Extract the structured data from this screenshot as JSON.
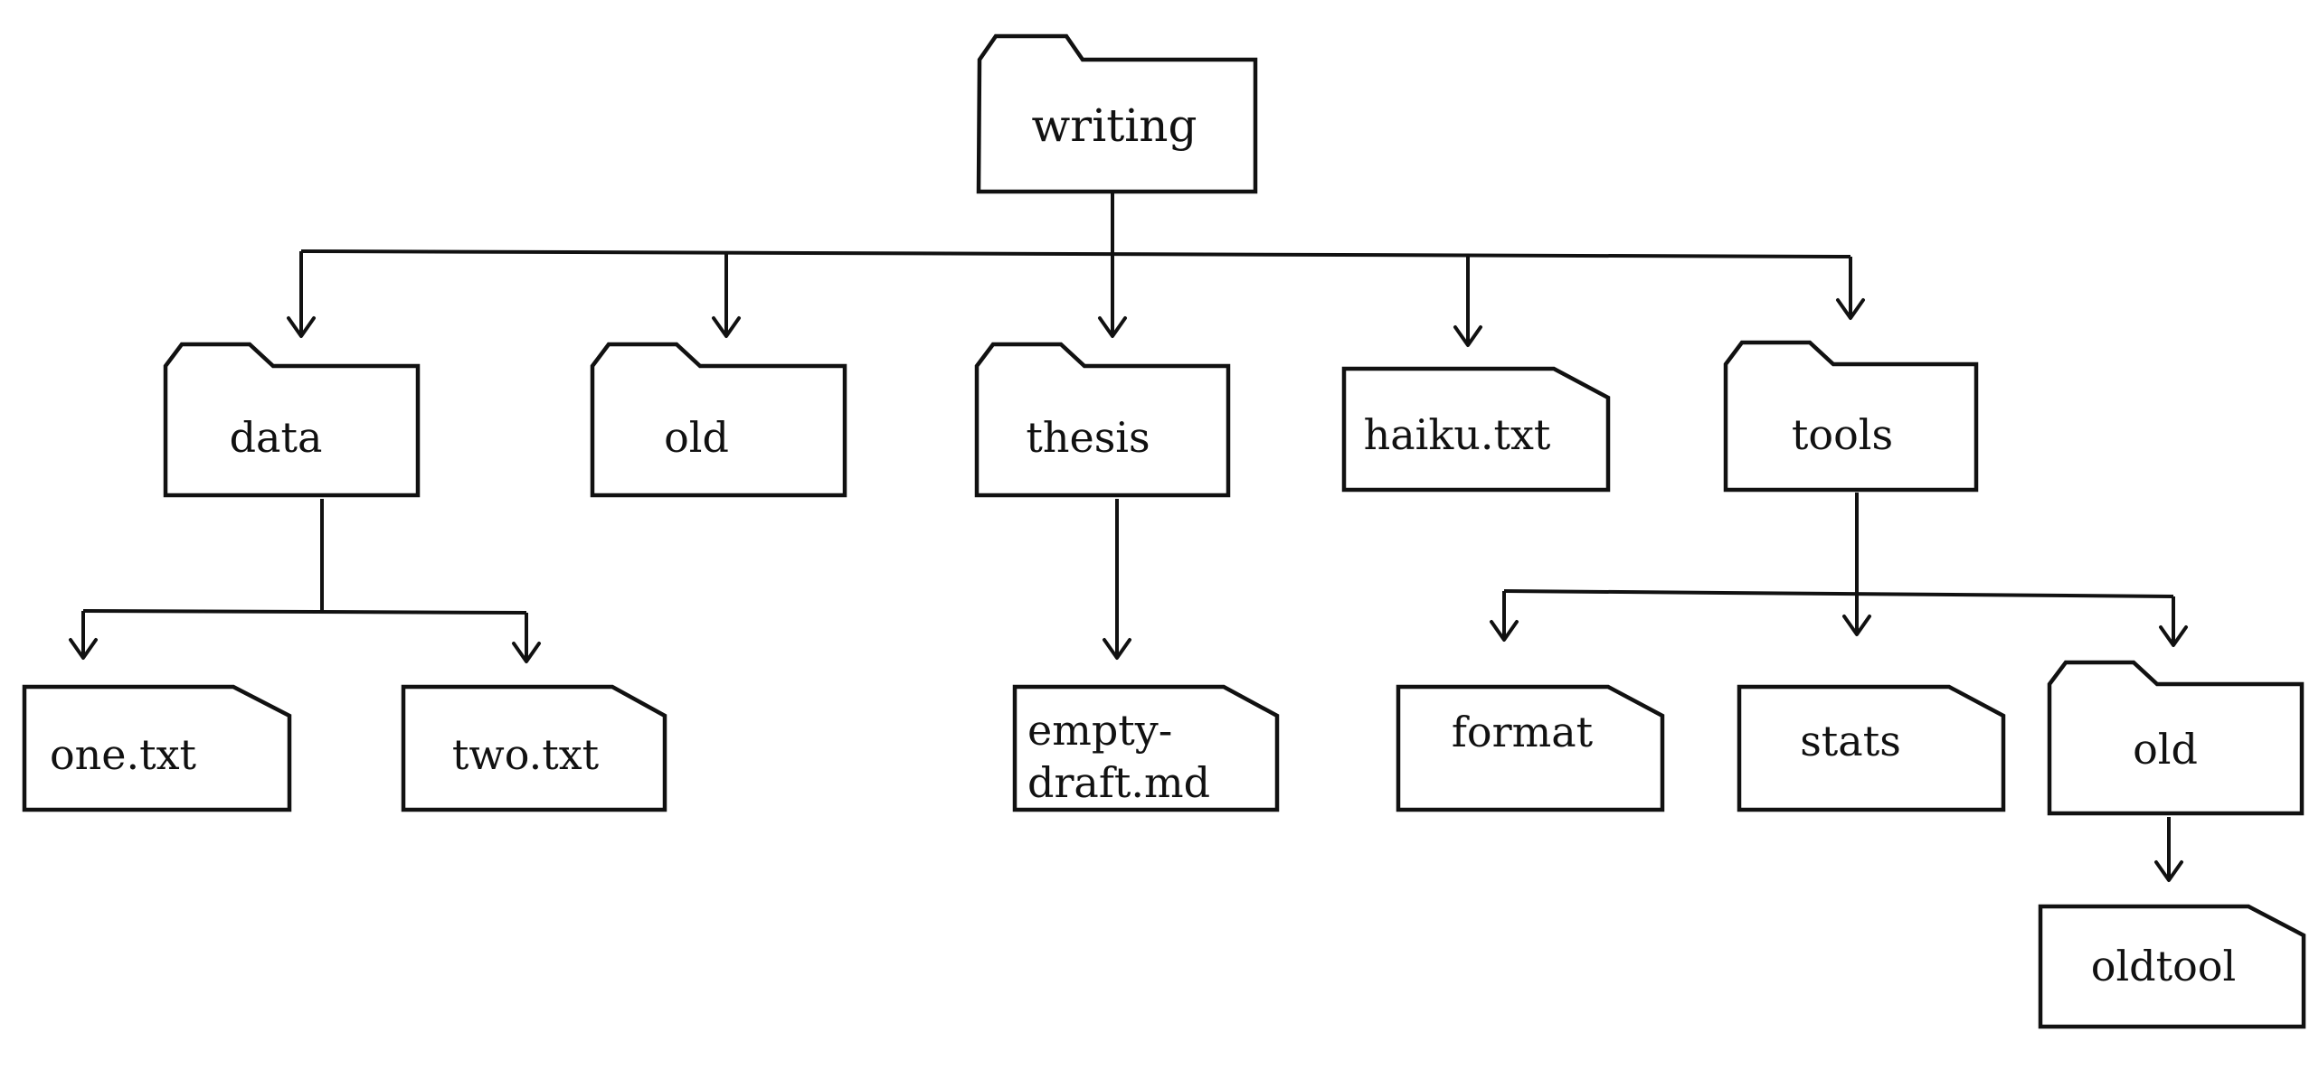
{
  "tree": {
    "root": {
      "name": "writing",
      "type": "folder"
    },
    "nodes": {
      "data": {
        "name": "data",
        "type": "folder"
      },
      "old": {
        "name": "old",
        "type": "folder"
      },
      "thesis": {
        "name": "thesis",
        "type": "folder"
      },
      "haiku": {
        "name": "haiku.txt",
        "type": "file"
      },
      "tools": {
        "name": "tools",
        "type": "folder"
      },
      "one": {
        "name": "one.txt",
        "type": "file"
      },
      "two": {
        "name": "two.txt",
        "type": "file"
      },
      "draft_line1": {
        "name": "empty-",
        "type": "file"
      },
      "draft_line2": {
        "name": "draft.md",
        "type": "file"
      },
      "format": {
        "name": "format",
        "type": "file"
      },
      "stats": {
        "name": "stats",
        "type": "file"
      },
      "tools_old": {
        "name": "old",
        "type": "folder"
      },
      "oldtool": {
        "name": "oldtool",
        "type": "file"
      }
    }
  },
  "colors": {
    "stroke": "#111111",
    "fill": "#ffffff",
    "background": "#ffffff"
  },
  "icons": {
    "folder": "folder-icon",
    "file": "file-icon"
  }
}
